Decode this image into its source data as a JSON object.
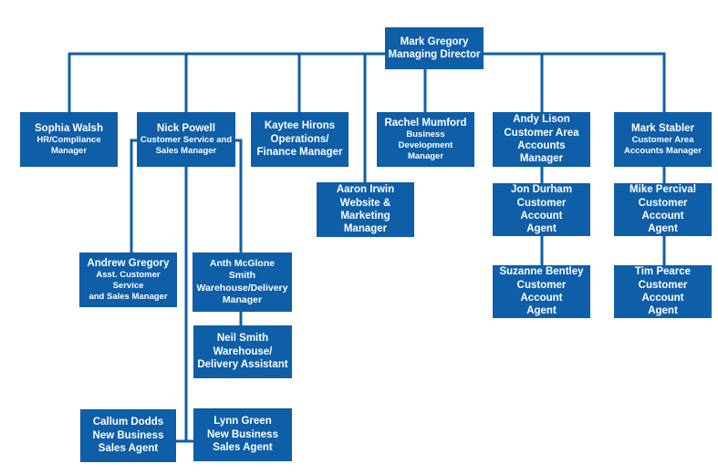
{
  "nodes": {
    "mark_gregory": {
      "name": "Mark Gregory",
      "title": "Managing Director"
    },
    "sophia_walsh": {
      "name": "Sophia Walsh",
      "title_1": "HR/Compliance",
      "title_2": "Manager"
    },
    "nick_powell": {
      "name": "Nick Powell",
      "title_1": "Customer Service and",
      "title_2": "Sales Manager"
    },
    "kaytee_hirons": {
      "name": "Kaytee Hirons",
      "title_1": "Operations/",
      "title_2": "Finance Manager"
    },
    "rachel_mumford": {
      "name": "Rachel Mumford",
      "title": "Business Development",
      "title_2": "Manager"
    },
    "andy_lison": {
      "name": "Andy Lison",
      "title_1": "Customer Area",
      "title_2": "Accounts Manager"
    },
    "mark_stabler": {
      "name": "Mark Stabler",
      "title_1": "Customer Area",
      "title_2": "Accounts Manager"
    },
    "aaron_irwin": {
      "name": "Aaron Irwin",
      "title_1": "Website &",
      "title_2": "Marketing Manager"
    },
    "jon_durham": {
      "name": "Jon Durham",
      "title_1": "Customer Account",
      "title_2": "Agent"
    },
    "mike_percival": {
      "name": "Mike Percival",
      "title_1": "Customer Account",
      "title_2": "Agent"
    },
    "andrew_gregory": {
      "name": "Andrew Gregory",
      "title_1": "Asst. Customer Service",
      "title_2": "and Sales Manager"
    },
    "anth_mcglone_smith": {
      "name": "Anth McGlone Smith",
      "title_1": "Warehouse/Delivery",
      "title_2": "Manager"
    },
    "suzanne_bentley": {
      "name": "Suzanne Bentley",
      "title_1": "Customer Account",
      "title_2": "Agent"
    },
    "tim_pearce": {
      "name": "Tim Pearce",
      "title_1": "Customer Account",
      "title_2": "Agent"
    },
    "neil_smith": {
      "name": "Neil Smith",
      "title_1": "Warehouse/",
      "title_2": "Delivery Assistant"
    },
    "callum_dodds": {
      "name": "Callum Dodds",
      "title_1": "New Business",
      "title_2": "Sales Agent"
    },
    "lynn_green": {
      "name": "Lynn Green",
      "title_1": "New Business",
      "title_2": "Sales Agent"
    }
  },
  "colors": {
    "box": "#0f5ea8",
    "line": "#0f5ea8",
    "text": "#ffffff"
  }
}
